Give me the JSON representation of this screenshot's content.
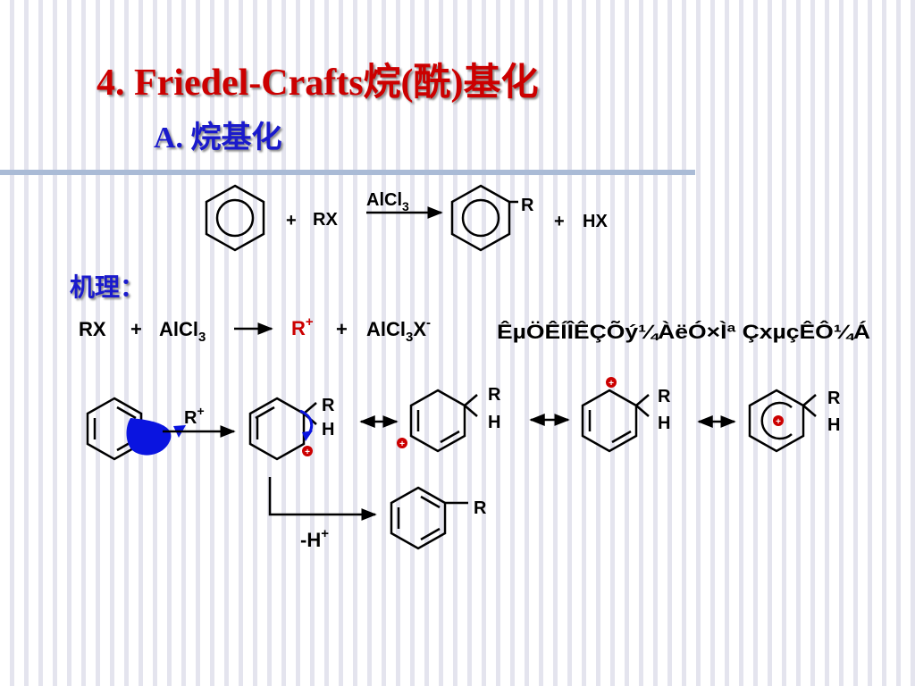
{
  "slide": {
    "title": "4.  Friedel-Crafts烷(酰)基化",
    "subtitle": "A. 烷基化",
    "mechanism_label": "机理："
  },
  "reaction": {
    "reagent_plus": "+",
    "reagent": "RX",
    "catalyst": "AlCl",
    "catalyst_sub": "3",
    "product_substituent": "R",
    "byproduct_plus": "+",
    "byproduct": "HX"
  },
  "mechanism": {
    "step1": {
      "reagent": "RX",
      "plus1": "+",
      "catalyst": "AlCl",
      "catalyst_sub": "3",
      "electrophile": "R",
      "electrophile_charge": "+",
      "plus2": "+",
      "counterion": "AlCl",
      "counterion_sub": "3",
      "counterion_x": "X",
      "counterion_charge": "-",
      "garbled_note": "ÊµÖÊÍÎÊÇÕý¼ÀëÓ×Ìª ÇxµçÊÔ¼Á"
    },
    "attack_label": "R",
    "attack_label_charge": "+",
    "sigma_r": "R",
    "sigma_h": "H",
    "charge_symbol": "+",
    "deprotonation": "-H",
    "deprotonation_charge": "+",
    "final_substituent": "R"
  },
  "colors": {
    "title": "#cc0000",
    "subtitle": "#1a1acc",
    "electrophile": "#cc0000",
    "curved_arrow": "#0a14e0",
    "charge_circle": "#cc0000"
  }
}
